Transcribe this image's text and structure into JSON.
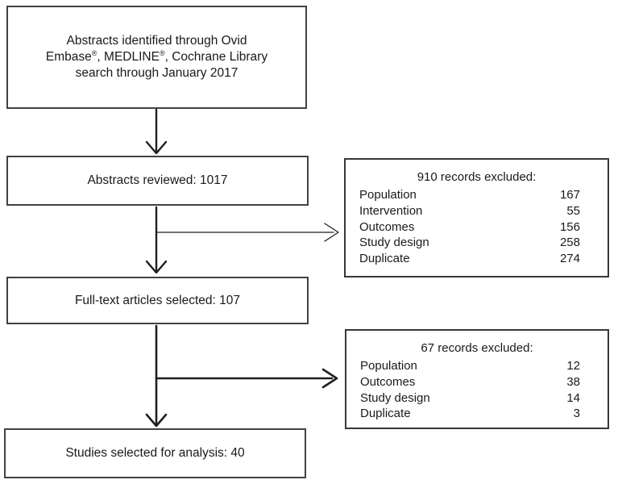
{
  "flowchart": {
    "colors": {
      "background": "#ffffff",
      "border": "#414141",
      "arrow": "#1f1f1f",
      "text": "#1a1a1a"
    },
    "boxes": {
      "identification": {
        "line1": "Abstracts identified through Ovid",
        "line2_embase": "Embase",
        "line2_reg1": "®",
        "line2_medline": ", MEDLINE",
        "line2_reg2": "®",
        "line2_rest": ", Cochrane Library",
        "line3": "search through January 2017"
      },
      "reviewed": {
        "label": "Abstracts reviewed: 1017"
      },
      "fulltext": {
        "label": "Full-text articles selected: 107"
      },
      "selected": {
        "label": "Studies selected for analysis: 40"
      },
      "excluded1": {
        "title": "910 records excluded:",
        "rows": [
          {
            "label": "Population",
            "value": "167"
          },
          {
            "label": "Intervention",
            "value": "55"
          },
          {
            "label": "Outcomes",
            "value": "156"
          },
          {
            "label": "Study design",
            "value": "258"
          },
          {
            "label": "Duplicate",
            "value": "274"
          }
        ]
      },
      "excluded2": {
        "title": "67 records excluded:",
        "rows": [
          {
            "label": "Population",
            "value": "12"
          },
          {
            "label": "Outcomes",
            "value": "38"
          },
          {
            "label": "Study design",
            "value": "14"
          },
          {
            "label": "Duplicate",
            "value": "3"
          }
        ]
      }
    }
  }
}
